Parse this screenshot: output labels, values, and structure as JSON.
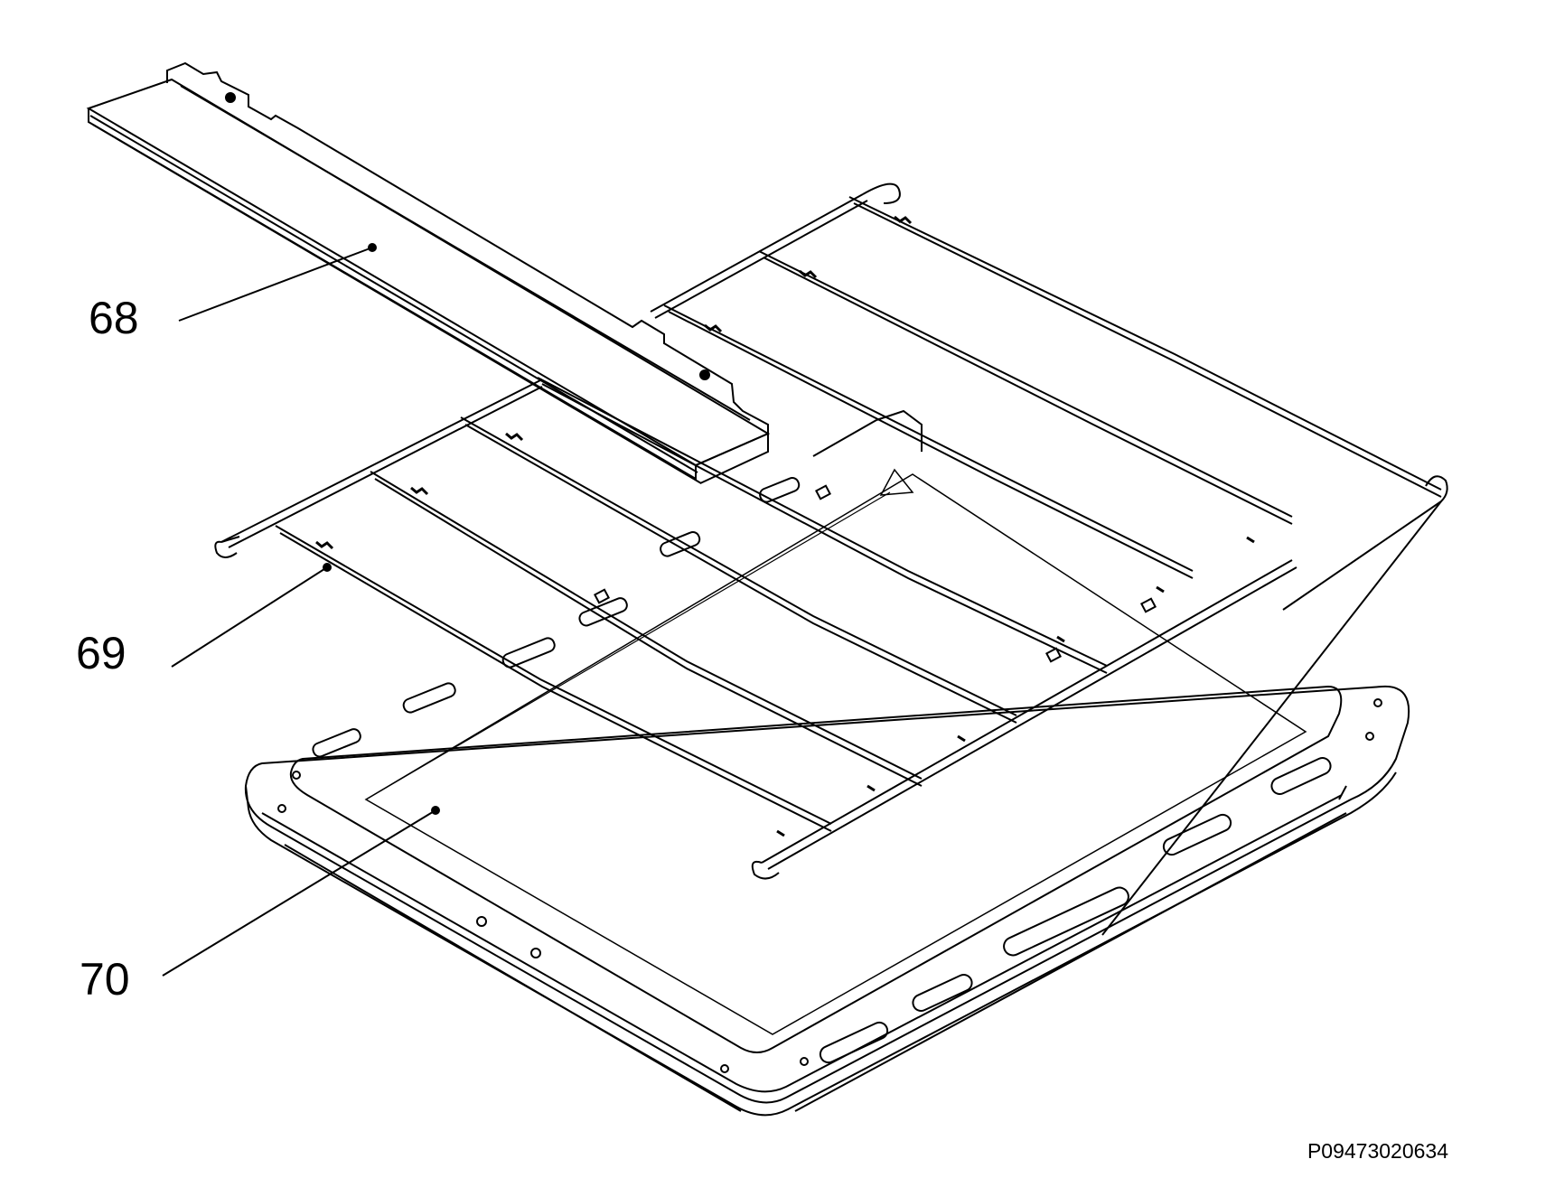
{
  "diagram": {
    "callouts": [
      {
        "id": "68",
        "label": "68",
        "part": "top-rail"
      },
      {
        "id": "69",
        "label": "69",
        "part": "wire-shelf"
      },
      {
        "id": "70",
        "label": "70",
        "part": "base-tray"
      }
    ],
    "reference_code": "P09473020634",
    "colors": {
      "line": "#000000",
      "background": "#ffffff"
    }
  }
}
